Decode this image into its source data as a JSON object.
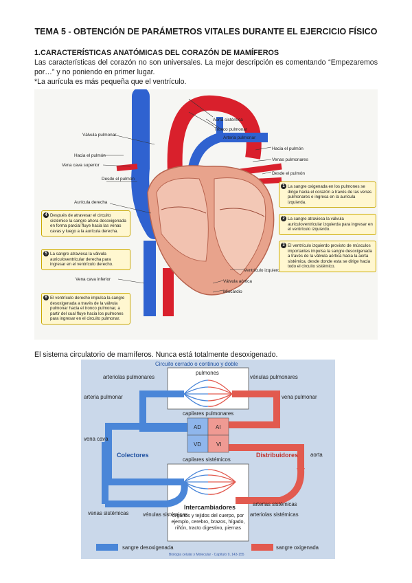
{
  "title": "TEMA 5 - OBTENCIÓN DE PARÁMETROS VITALES DURANTE EL EJERCICIO FÍSICO",
  "section1_heading": "1.CARACTERÍSTICAS ANATÓMICAS DEL CORAZÓN DE MAMÍFEROS",
  "para1": "Las características del corazón no son universales. La mejor descripción es comentando “Empezaremos por…” y no poniendo en primer lugar.",
  "para2": "*La aurícula es más pequeña que el ventrículo.",
  "heart_labels": {
    "valvula_pulmonar": "Válvula pulmonar",
    "hacia_pulmon_left": "Hacia el pulmón",
    "vena_cava_superior": "Vena cava superior",
    "desde_pulmon_left": "Desde el pulmón",
    "auricula_derecha": "Aurícula derecha",
    "vena_cava_inferior": "Vena cava inferior",
    "aorta_sistemica": "Aorta sistémica",
    "tronco_pulmonar": "Tronco pulmonar",
    "arteria_pulmonar": "Arteria pulmonar",
    "hacia_pulmon_right": "Hacia el pulmón",
    "venas_pulmonares": "Venas pulmonares",
    "desde_pulmon_right": "Desde el pulmón",
    "ventriculo_izquierdo": "Ventrículo izquierdo",
    "valvula_aortica": "Válvula aórtica",
    "miocardio": "Miocardio"
  },
  "heart_notes": [
    {
      "num": "1",
      "text": "La sangre oxigenada en los pulmones se dirige hacia el corazón a través de las venas pulmonares e ingresa en la aurícula izquierda."
    },
    {
      "num": "2",
      "text": "La sangre atraviesa la válvula auriculoventricular izquierda para ingresar en el ventrículo izquierdo."
    },
    {
      "num": "3",
      "text": "El ventrículo izquierdo provisto de músculos importantes impulsa la sangre desoxigenada a través de la válvula aórtica hacia la aorta sistémica, desde donde esta se dirige hacia todo el circuito sistémico."
    },
    {
      "num": "4",
      "text": "Después de atravesar el circuito sistémico la sangre ahora desoxigenada en forma parcial fluye hacia las venas cavas y luego a la aurícula derecha."
    },
    {
      "num": "5",
      "text": "La sangre atraviesa la válvula auriculoventricular derecha para ingresar en el ventrículo derecho."
    },
    {
      "num": "6",
      "text": "El ventrículo derecho impulsa la sangre desoxigenada a través de la válvula pulmonar hacia el tronco pulmonar, a partir del cual fluye hacia los pulmones para ingresar en el circuito pulmonar."
    }
  ],
  "para3": "El sistema circulatorio de mamíferos. Nunca está totalmente desoxigenado.",
  "circ": {
    "header": "Circuito cerrado o continuo y doble",
    "pulmones": "pulmones",
    "arteriolas_pulmonares": "arteriolas pulmonares",
    "venulas_pulmonares": "vénulas pulmonares",
    "arteria_pulmonar": "arteria pulmonar",
    "vena_pulmonar": "vena pulmonar",
    "capilares_pulmonares": "capilares pulmonares",
    "vena_cava": "vena cava",
    "ad": "AD",
    "ai": "AI",
    "vd": "VD",
    "vi": "VI",
    "colectores": "Colectores",
    "distribuidores": "Distribuidores",
    "aorta": "aorta",
    "capilares_sistemicos": "capilares sistémicos",
    "venas_sistemicas": "venas sistémicas",
    "arterias_sistemicas": "arterias sistémicas",
    "venulas_sistemicas": "vénulas sistémicas",
    "arteriolas_sistemicas": "arteriolas sistémicas",
    "intercambiadores": "Intercambiadores",
    "organos": "órganos y tejidos del cuerpo, por ejemplo, cerebro, brazos, hígado, riñón, tracto digestivo, piernas",
    "legend_desox": "sangre desoxigenada",
    "legend_ox": "sangre oxigenada",
    "credit": "Biología celular y Molecular · Capítulo 9, 143-155"
  },
  "colors": {
    "deoxygenated": "#4a86d8",
    "oxygenated": "#e25a4f",
    "diagram_bg": "#cad8ea",
    "note_bg": "#fff7d0"
  }
}
